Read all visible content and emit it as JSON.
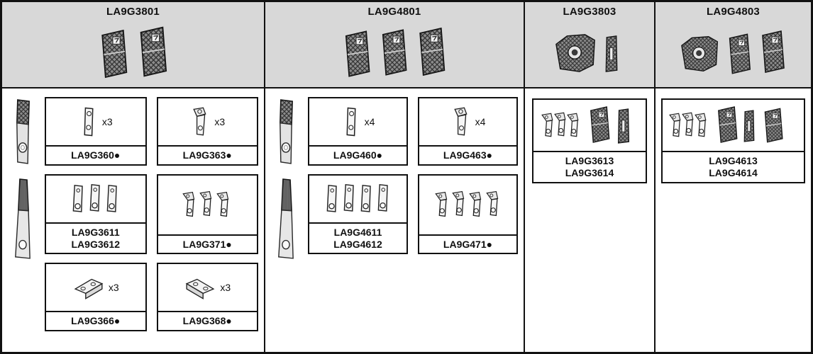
{
  "colors": {
    "header_bg": "#d8d8d8",
    "border": "#111111"
  },
  "columns": [
    {
      "title": "LA9G3801",
      "cells": [
        {
          "line1": "LA9G360●",
          "qty": "x3"
        },
        {
          "line1": "LA9G363●",
          "qty": "x3"
        },
        {
          "line1": "LA9G3611",
          "line2": "LA9G3612"
        },
        {
          "line1": "LA9G371●"
        },
        {
          "line1": "LA9G366●",
          "qty": "x3"
        },
        {
          "line1": "LA9G368●",
          "qty": "x3"
        }
      ]
    },
    {
      "title": "LA9G4801",
      "cells": [
        {
          "line1": "LA9G460●",
          "qty": "x4"
        },
        {
          "line1": "LA9G463●",
          "qty": "x4"
        },
        {
          "line1": "LA9G4611",
          "line2": "LA9G4612"
        },
        {
          "line1": "LA9G471●"
        }
      ]
    },
    {
      "title": "LA9G3803",
      "cells": [
        {
          "line1": "LA9G3613",
          "line2": "LA9G3614"
        }
      ]
    },
    {
      "title": "LA9G4803",
      "cells": [
        {
          "line1": "LA9G4613",
          "line2": "LA9G4614"
        }
      ]
    }
  ]
}
